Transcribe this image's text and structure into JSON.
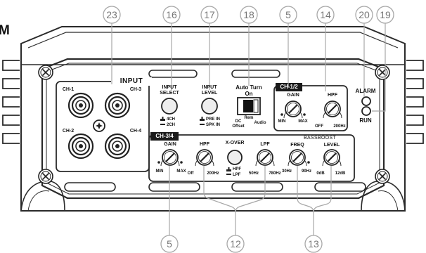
{
  "diagram": {
    "corner_fragment": "M",
    "callouts": {
      "input_callout": "23",
      "input_select_callout": "16",
      "input_level_callout": "17",
      "auto_turn_on_callout": "18",
      "gain_top_callout": "5",
      "hpf_top_callout": "14",
      "alarm_led_callout": "20",
      "run_led_callout": "19",
      "gain_bottom_callout": "5",
      "crossover_callout": "12",
      "bassboost_callout": "13"
    },
    "input_panel": {
      "title": "INPUT",
      "ch1": "CH-1",
      "ch2": "CH-2",
      "ch3": "CH-3",
      "ch4": "CH-4"
    },
    "input_select": {
      "title_line1": "INPUT",
      "title_line2": "SELECT",
      "opt1": "4CH",
      "opt2": "2CH"
    },
    "input_level": {
      "title_line1": "INPUT",
      "title_line2": "LEVEL",
      "opt1": "PRE IN",
      "opt2": "SPK IN"
    },
    "auto_turn_on": {
      "title_line1": "Auto Turn",
      "title_line2": "On",
      "mid_label": "Rem",
      "left_label_line1": "DC",
      "left_label_line2": "Offset",
      "right_label": "Audio"
    },
    "ch12": {
      "badge": "CH-1/2",
      "gain": "GAIN",
      "gain_min": "MIN",
      "gain_max": "MAX",
      "hpf": "HPF",
      "hpf_min": "OFF",
      "hpf_max": "200Hz"
    },
    "leds": {
      "alarm": "ALARM",
      "run": "RUN"
    },
    "ch34": {
      "badge": "CH-3/4",
      "gain": "GAIN",
      "gain_min": "MIN",
      "gain_max": "MAX",
      "hpf": "HPF",
      "hpf_min": "Off",
      "hpf_max": "200Hz",
      "xover": "X-OVER",
      "xover_opt1": "HPF",
      "xover_opt2": "LPF",
      "lpf": "LPF",
      "lpf_min": "50Hz",
      "lpf_max": "780Hz",
      "bassboost": "BASSBOOST",
      "freq": "FREQ",
      "freq_min": "30Hz",
      "freq_max": "90Hz",
      "level": "LEVEL",
      "level_min": "0dB",
      "level_max": "12dB"
    },
    "colors": {
      "outline": "#2a2a2a",
      "callout": "#a8a8a8",
      "badge_bg": "#1a1a1a",
      "badge_text": "#ffffff",
      "knob_fill": "#ffffff",
      "button_fill": "#eeeeee"
    }
  }
}
